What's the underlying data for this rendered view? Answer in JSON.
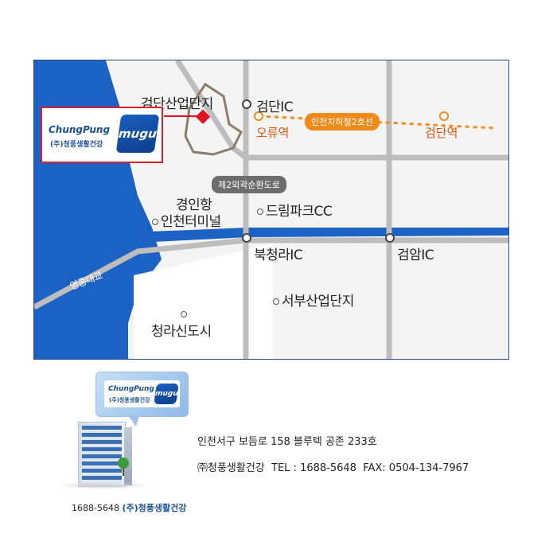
{
  "map": {
    "landmarks": {
      "industrial_complex": "검단산업단지",
      "geomdan_ic": "검단IC",
      "metro_line": "인천지하철2호선",
      "station_oryu": "오류역",
      "station_geomdan": "검단역",
      "ring_road": "제2외곽순환도로",
      "port_terminal_1": "경인항",
      "port_terminal_2": "인천터미널",
      "dream_park": "드림파크CC",
      "bukcheongna_ic": "북청라IC",
      "geomam_ic": "검암IC",
      "yeongjong_bridge": "영종대교",
      "seobu_complex": "서부산업단지",
      "cheongna_city": "청라신도시"
    },
    "colors": {
      "sea": "#1b62c4",
      "road": "#b8b8b8",
      "metro": "#f08a1a",
      "marker": "#e0141e"
    }
  },
  "brand": {
    "name_en": "ChungPung",
    "sub": "mugu",
    "name_ko": "(주)청풍생활건강"
  },
  "info": {
    "address": "인천서구 보듬로 158 블루텍 공존 233호",
    "company": "㈜청풍생활건강",
    "tel": "TEL : 1688-5648",
    "fax": "FAX: 0504-134-7967"
  },
  "caption": {
    "phone": "1688-5648",
    "company": "(주)청풍생활건강"
  }
}
